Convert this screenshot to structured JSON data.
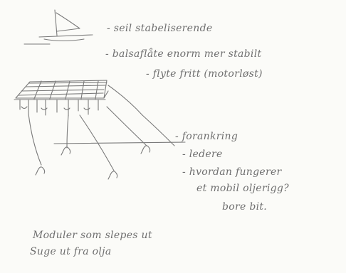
{
  "notes": {
    "sail": "- seil stabeliserende",
    "balsa": "- balsaflåte enorm mer stabilt",
    "float": "- flyte fritt (motorløst)",
    "anchoring": "- forankring",
    "lights": "- ledere",
    "question": "- hvordan fungerer",
    "question_cont": "et mobil oljerigg?",
    "borr": "bore bit.",
    "modules": "Moduler som slepes ut",
    "oil": "Suge ut fra olja"
  }
}
